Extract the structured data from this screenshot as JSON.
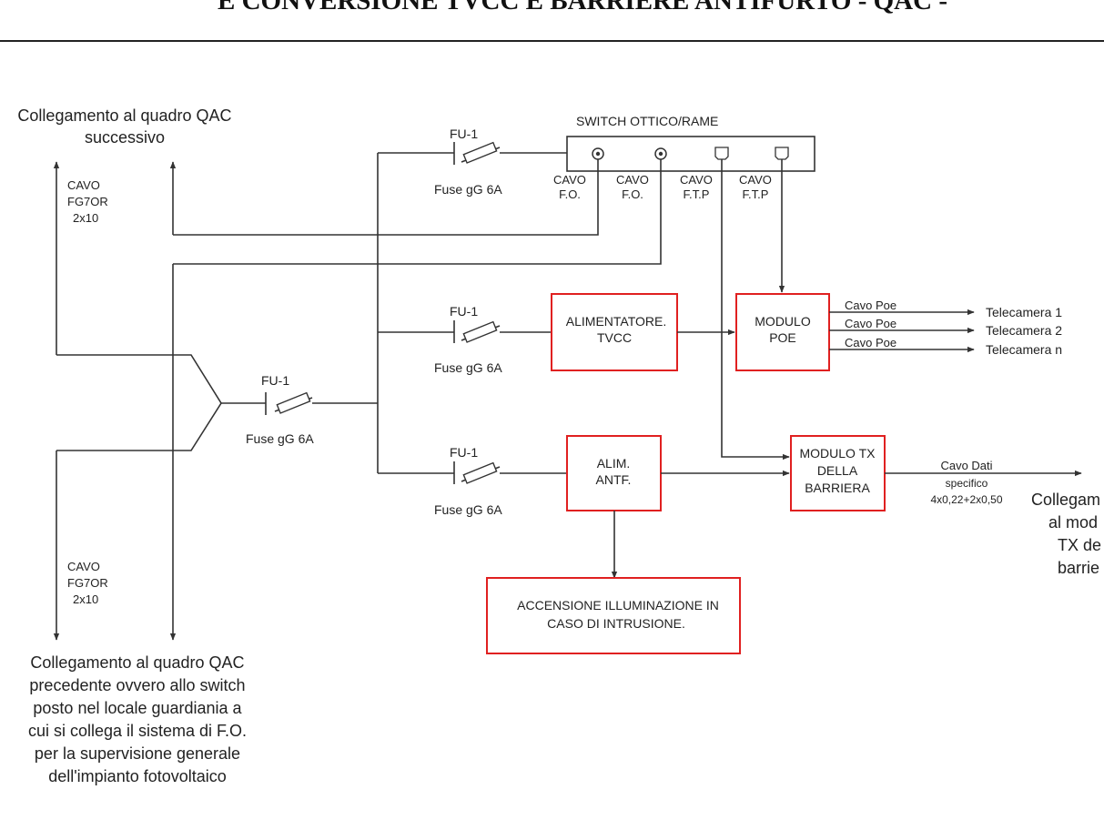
{
  "header": {
    "title": "E CONVERSIONE TVCC E BARRIERE ANTIFURTO - QAC -"
  },
  "labels": {
    "top_connection": [
      "Collegamento al quadro QAC",
      "successivo"
    ],
    "bottom_connection": [
      "Collegamento al quadro QAC",
      "precedente ovvero allo switch",
      "posto nel locale guardiania a",
      "cui si collega il sistema di F.O.",
      "per la supervisione generale",
      "dell'impianto fotovoltaico"
    ],
    "cable_top": [
      "CAVO",
      "FG7OR",
      "2x10"
    ],
    "cable_bottom": [
      "CAVO",
      "FG7OR",
      "2x10"
    ],
    "switch_title": "SWITCH OTTICO/RAME",
    "switch_ports": [
      [
        "CAVO",
        "F.O."
      ],
      [
        "CAVO",
        "F.O."
      ],
      [
        "CAVO",
        "F.T.P"
      ],
      [
        "CAVO",
        "F.T.P"
      ]
    ],
    "right_connection": [
      "Collegam",
      "al mod",
      "TX de",
      "barrie"
    ]
  },
  "fuses": [
    {
      "tag": "FU-1",
      "rating": "Fuse gG 6A"
    },
    {
      "tag": "FU-1",
      "rating": "Fuse gG 6A"
    },
    {
      "tag": "FU-1",
      "rating": "Fuse gG 6A"
    },
    {
      "tag": "FU-1",
      "rating": "Fuse gG 6A"
    }
  ],
  "boxes": {
    "alimentatore": [
      "ALIMENTATORE.",
      "TVCC"
    ],
    "modulo_poe": [
      "MODULO",
      "POE"
    ],
    "alim_antf": [
      "ALIM.",
      "ANTF."
    ],
    "modulo_tx": [
      "MODULO TX",
      "DELLA",
      "BARRIERA"
    ],
    "accensione": [
      "ACCENSIONE ILLUMINAZIONE IN",
      "CASO DI INTRUSIONE."
    ]
  },
  "poe_outputs": [
    {
      "cable": "Cavo Poe",
      "target": "Telecamera 1"
    },
    {
      "cable": "Cavo Poe",
      "target": "Telecamera 2"
    },
    {
      "cable": "Cavo Poe",
      "target": "Telecamera n"
    }
  ],
  "data_cable": [
    "Cavo Dati",
    "specifico",
    "4x0,22+2x0,50"
  ],
  "colors": {
    "box_border": "#e02020",
    "wire": "#333333"
  }
}
